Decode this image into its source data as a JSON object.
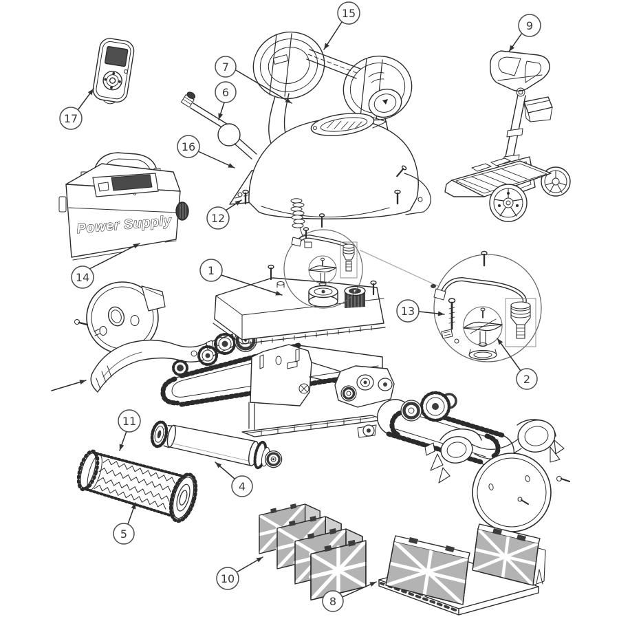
{
  "diagram": {
    "type": "exploded-parts-diagram",
    "power_supply_label": "Power Supply",
    "callouts": [
      {
        "number": "1"
      },
      {
        "number": "2"
      },
      {
        "number": "4"
      },
      {
        "number": "5"
      },
      {
        "number": "6"
      },
      {
        "number": "7"
      },
      {
        "number": "8"
      },
      {
        "number": "9"
      },
      {
        "number": "10"
      },
      {
        "number": "11"
      },
      {
        "number": "12"
      },
      {
        "number": "13"
      },
      {
        "number": "14"
      },
      {
        "number": "15"
      },
      {
        "number": "16"
      },
      {
        "number": "17"
      }
    ],
    "colors": {
      "line": "#2b2b2b",
      "callout_stroke": "#4a4a4a",
      "magnifier_leader": "#aaaaaa",
      "dark_fill": "#3c3c3c",
      "mesh_gray": "#b3b3b3"
    }
  }
}
